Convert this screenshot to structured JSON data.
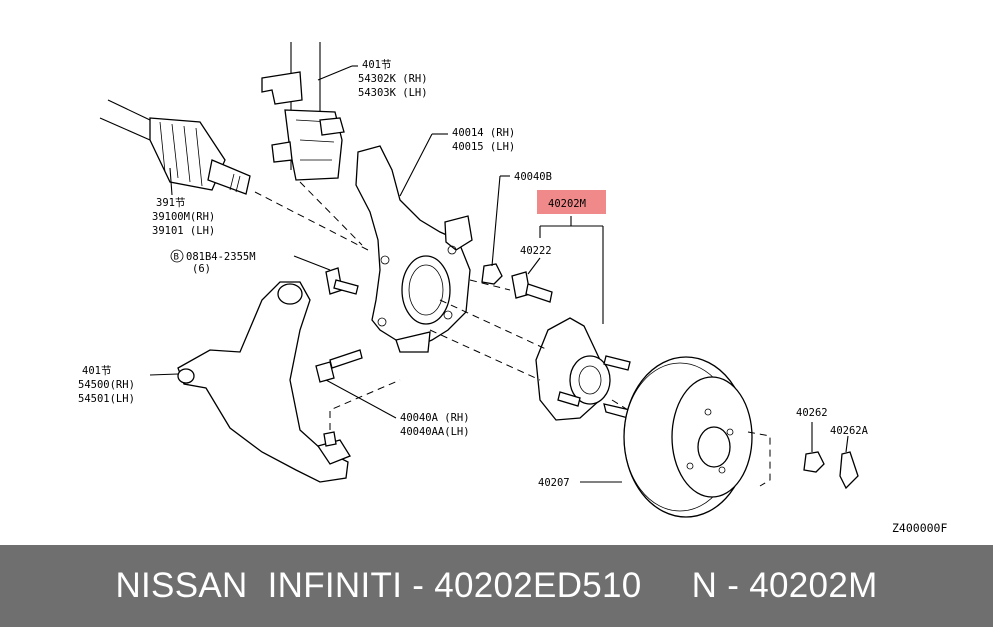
{
  "labels": {
    "strut_ref": "401节",
    "strut_rh": "54302K (RH)",
    "strut_lh": "54303K (LH)",
    "knuckle_rh": "40014 (RH)",
    "knuckle_lh": "40015 (LH)",
    "shaft_ref": "391节",
    "shaft_rh": "39100M(RH)",
    "shaft_lh": "39101  (LH)",
    "nut_top": "40040B",
    "hub_highlight": "40202M",
    "hub_bolt": "40222",
    "bolt_circle": "B",
    "bolt_part": "081B4-2355M",
    "bolt_qty": "(6)",
    "arm_ref": "401节",
    "arm_rh": "54500(RH)",
    "arm_lh": "54501(LH)",
    "bolt_rh": "40040A (RH)",
    "bolt_lh": "40040AA(LH)",
    "nut_262": "40262",
    "pin_262a": "40262A",
    "rotor": "40207",
    "diagram_code": "Z400000F"
  },
  "colors": {
    "highlight": "#f08a8a",
    "footer_bg": "#6f6f6f",
    "footer_text": "#ffffff"
  },
  "footer": {
    "text": "NISSAN  INFINITI - 40202ED510     N - 40202M"
  }
}
